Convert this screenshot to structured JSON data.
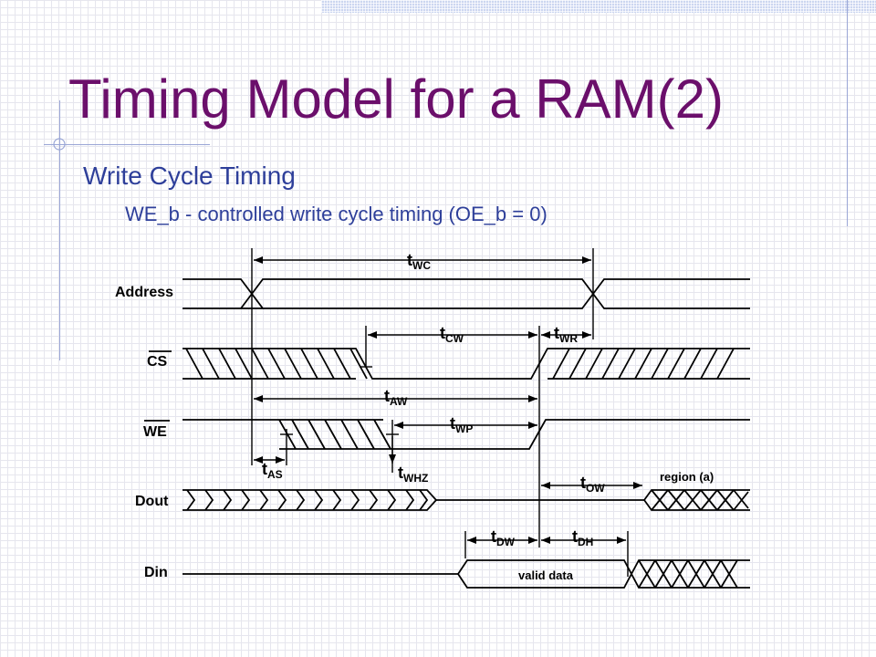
{
  "title": "Timing Model for a RAM(2)",
  "bullet": "Write Cycle Timing",
  "sub_bullet": "WE_b - controlled write cycle timing (OE_b = 0)",
  "diagram": {
    "signals": {
      "address": "Address",
      "cs": "CS",
      "we": "WE",
      "dout": "Dout",
      "din": "Din"
    },
    "timings": {
      "wc": {
        "base": "t",
        "sub": "WC"
      },
      "cw": {
        "base": "t",
        "sub": "CW"
      },
      "wr": {
        "base": "t",
        "sub": "WR"
      },
      "aw": {
        "base": "t",
        "sub": "AW"
      },
      "wp": {
        "base": "t",
        "sub": "WP"
      },
      "as": {
        "base": "t",
        "sub": "AS"
      },
      "whz": {
        "base": "t",
        "sub": "WHZ"
      },
      "ow": {
        "base": "t",
        "sub": "OW"
      },
      "dw": {
        "base": "t",
        "sub": "DW"
      },
      "dh": {
        "base": "t",
        "sub": "DH"
      }
    },
    "annotations": {
      "region": "region (a)",
      "valid_data": "valid data"
    }
  }
}
